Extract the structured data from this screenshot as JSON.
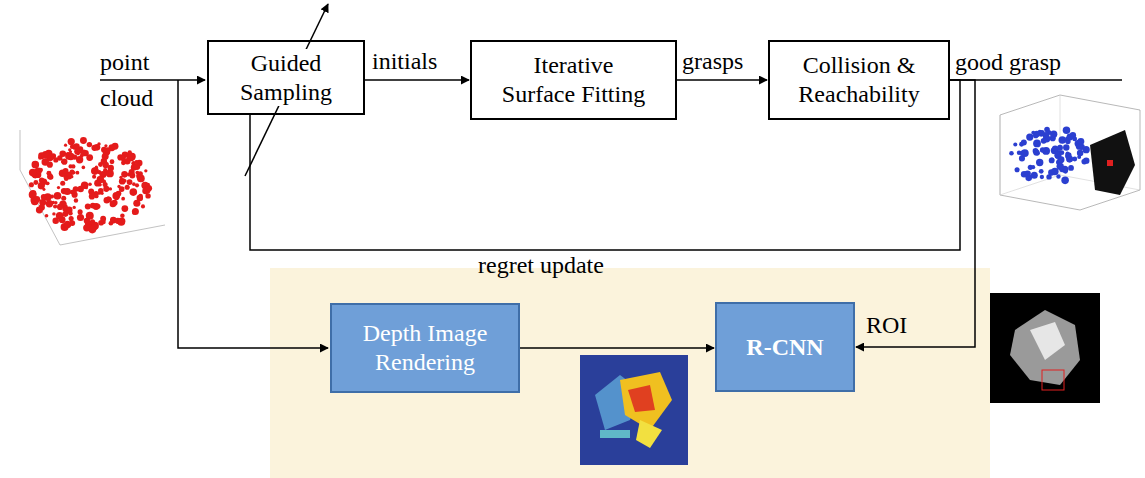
{
  "diagram": {
    "nodes": [
      {
        "text": [
          "Guided Sampling"
        ]
      },
      {
        "text": [
          "Iterative Surface Fitting"
        ]
      },
      {
        "text": [
          "Collision & Reachability"
        ]
      },
      {
        "text": [
          "Depth Image Rendering"
        ]
      },
      {
        "text": [
          "R-CNN"
        ]
      }
    ],
    "edges": [
      {
        "from": 0,
        "to": 1,
        "label": "initials",
        "arrow": "to"
      },
      {
        "from": 1,
        "to": 2,
        "label": "grasps",
        "arrow": "to"
      },
      {
        "from": 2,
        "to": 0,
        "label": "regret update",
        "arrow": "none"
      },
      {
        "from": 2,
        "to": 4,
        "label": "ROI",
        "arrow": "to"
      },
      {
        "from": 3,
        "to": 4,
        "arrow": "to"
      }
    ],
    "labels": [
      "point cloud",
      "good grasp"
    ]
  }
}
